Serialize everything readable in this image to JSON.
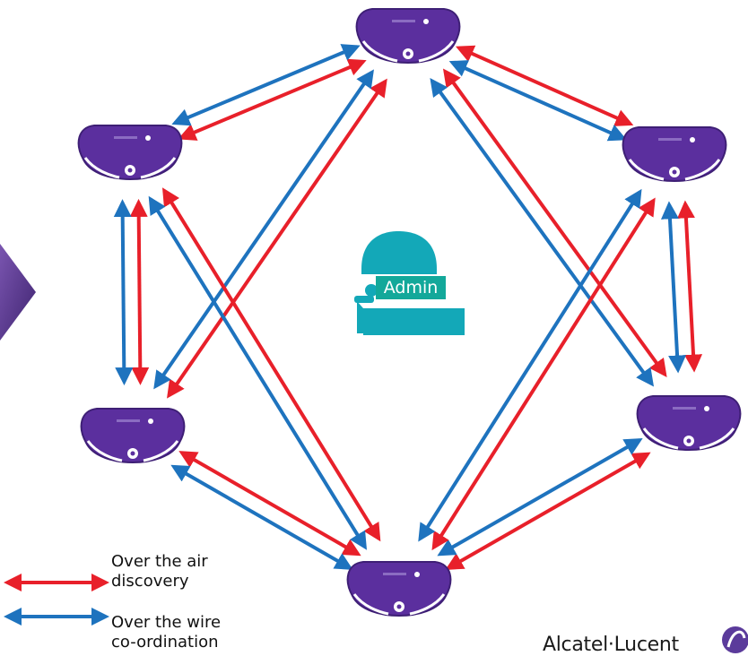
{
  "admin": {
    "label": "Admin"
  },
  "legend": {
    "air": {
      "text": "Over the air\ndiscovery",
      "color": "#e8202a"
    },
    "wire": {
      "text": "Over the wire\nco-ordination",
      "color": "#1e73be"
    }
  },
  "brand": {
    "text": "Alcatel·Lucent",
    "logo": "alcatel-lucent-logo"
  },
  "colors": {
    "access_point": "#5b2f9e",
    "admin_icon": "#13a8b8",
    "side_chevron": "#5c3a8c"
  },
  "nodes": [
    "AP top",
    "AP upper-left",
    "AP upper-right",
    "AP lower-left",
    "AP lower-right",
    "AP bottom"
  ],
  "links": [
    {
      "from": 0,
      "to": 1
    },
    {
      "from": 0,
      "to": 2
    },
    {
      "from": 1,
      "to": 3
    },
    {
      "from": 2,
      "to": 4
    },
    {
      "from": 3,
      "to": 5
    },
    {
      "from": 4,
      "to": 5
    },
    {
      "from": 0,
      "to": 3
    },
    {
      "from": 0,
      "to": 4
    },
    {
      "from": 1,
      "to": 5
    },
    {
      "from": 2,
      "to": 5
    }
  ]
}
